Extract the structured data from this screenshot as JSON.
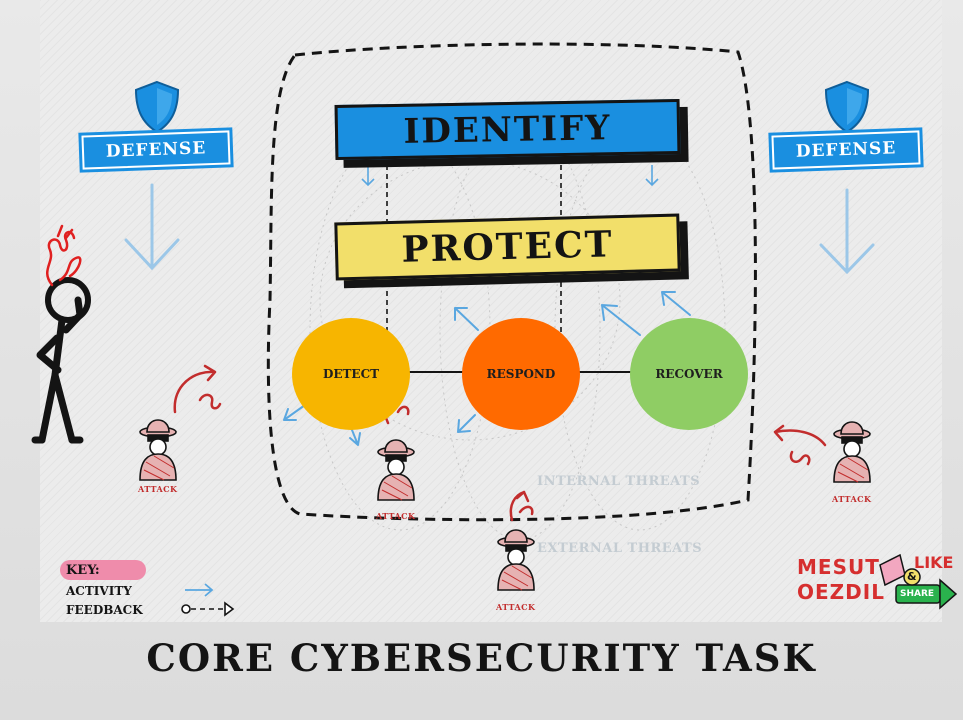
{
  "diagram": {
    "steps": {
      "identify": "IDENTIFY",
      "protect": "PROTECT",
      "detect": "DETECT",
      "respond": "RESPOND",
      "recover": "RECOVER"
    },
    "defense_labels": [
      "DEFENSE",
      "DEFENSE"
    ],
    "attack_labels": [
      "ATTACK",
      "ATTACK",
      "ATTACK",
      "ATTACK"
    ],
    "threats": {
      "internal": "INTERNAL THREATS",
      "external": "EXTERNAL THREATS"
    },
    "key": {
      "title": "KEY:",
      "activity": "ACTIVITY",
      "feedback": "FEEDBACK"
    },
    "title": "CORE CYBERSECURITY TASK",
    "brand": {
      "line1": "MESUT",
      "line2": "OEZDIL",
      "like": "LIKE",
      "amp": "&",
      "share": "SHARE"
    },
    "colors": {
      "identify": "#1a8fe0",
      "protect": "#f2df6a",
      "detect": "#f7b500",
      "respond": "#ff6a00",
      "recover": "#8fcd64",
      "activity_arrow": "#5aa7e0",
      "attack": "#c22d2d"
    }
  }
}
